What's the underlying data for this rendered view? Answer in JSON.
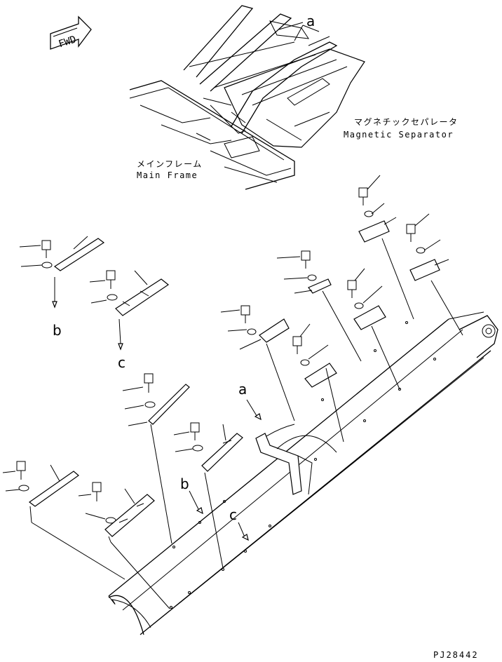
{
  "drawing": {
    "fwd_label": "FWD",
    "top_callout": "a",
    "magnetic_separator_jp": "マグネチックセパレータ",
    "magnetic_separator_en": "Magnetic Separator",
    "main_frame_jp": "メインフレーム",
    "main_frame_en": "Main Frame",
    "ref_a": "a",
    "ref_b": "b",
    "ref_c": "c",
    "ref_b_left": "b",
    "ref_c_left": "c",
    "part_code": "PJ28442"
  }
}
